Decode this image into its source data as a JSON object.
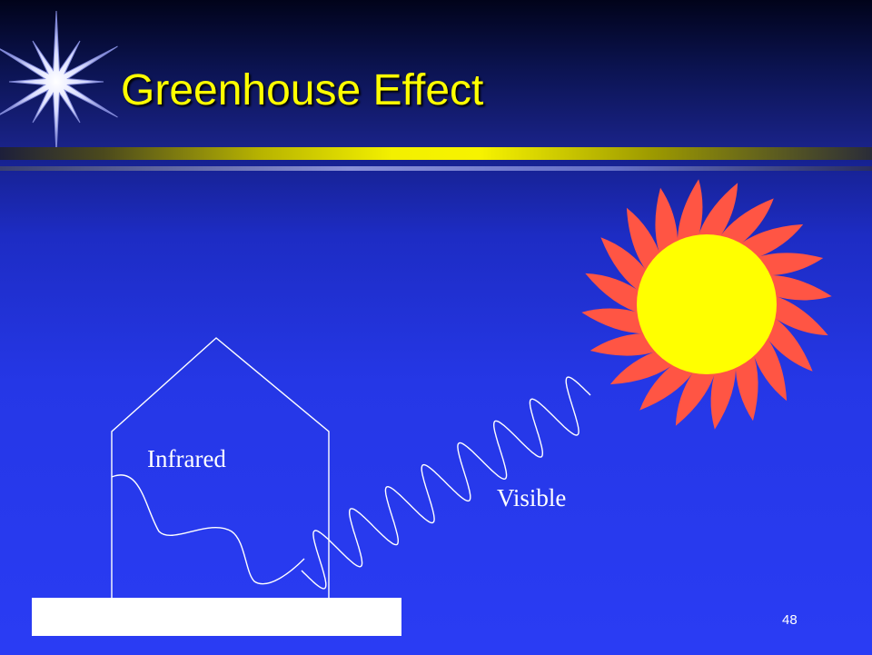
{
  "slide": {
    "title": "Greenhouse Effect",
    "page_number": "48"
  },
  "diagram": {
    "labels": {
      "infrared": "Infrared",
      "visible": "Visible"
    },
    "colors": {
      "title": "#ffff00",
      "sun_core": "#ffff00",
      "sun_rays": "#ff5544",
      "lines": "#ffffff",
      "background": "#2a3cf4"
    }
  }
}
